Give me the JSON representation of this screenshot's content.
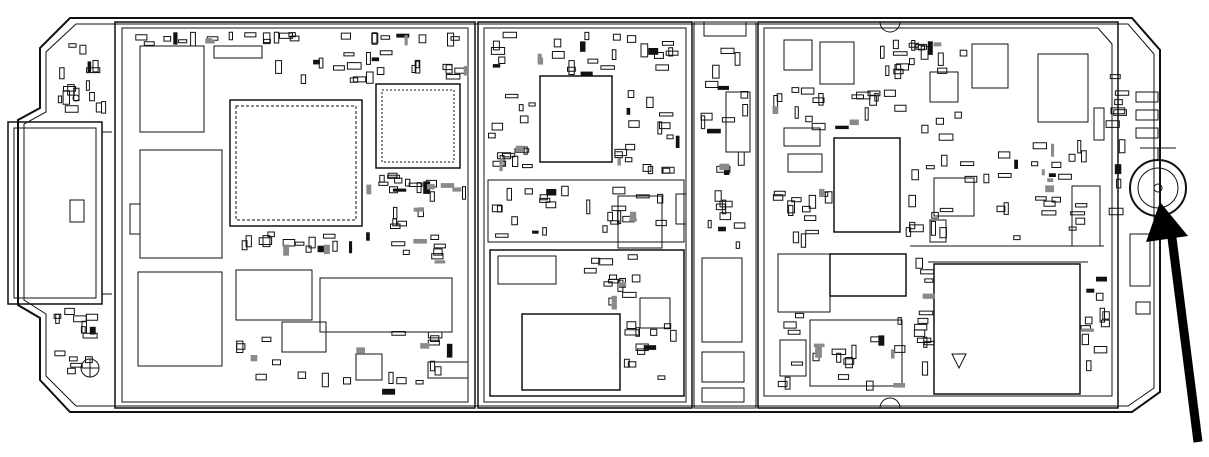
{
  "diagram": {
    "kind": "pcb-component-layout",
    "colors": {
      "line": "#111111",
      "background": "#ffffff",
      "grey": "#8a8a8a",
      "arrow": "#000000"
    },
    "components": [
      {
        "id": "sim-connector",
        "icon": "connector-icon"
      },
      {
        "id": "mcu-chip",
        "icon": "ic-chip-icon"
      },
      {
        "id": "rf-chip",
        "icon": "ic-chip-icon"
      },
      {
        "id": "dsp-chip",
        "icon": "ic-chip-icon"
      },
      {
        "id": "shield-module",
        "icon": "module-icon"
      },
      {
        "id": "antenna-connector",
        "icon": "coax-connector-icon"
      }
    ],
    "pointer": {
      "target": "antenna-connector",
      "icon": "arrow-icon"
    }
  }
}
